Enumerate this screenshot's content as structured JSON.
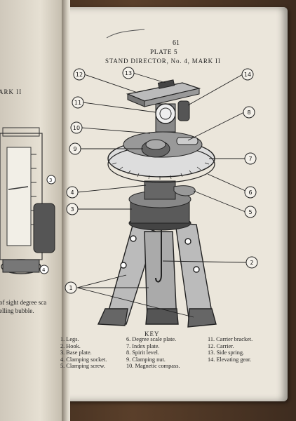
{
  "left_page": {
    "heading_fragment": "ARK II",
    "line1": "of sight degree sca",
    "line2": "elling bubble."
  },
  "page": {
    "number": "61",
    "plate": "PLATE 5",
    "caption": "STAND DIRECTOR, No. 4, MARK II"
  },
  "callouts": [
    "1",
    "2",
    "3",
    "4",
    "5",
    "6",
    "7",
    "8",
    "9",
    "10",
    "11",
    "12",
    "13",
    "14"
  ],
  "key": {
    "title": "KEY",
    "col1": [
      "1. Legs.",
      "2. Hook.",
      "3. Base plate.",
      "4. Clamping socket.",
      "5. Clamping screw."
    ],
    "col2": [
      "6. Degree scale plate.",
      "7. Index plate.",
      "8. Spirit level.",
      "9. Clamping nut.",
      "10. Magnetic compass."
    ],
    "col3": [
      "11. Carrier bracket.",
      "12. Carrier.",
      "13. Side spring.",
      "14. Elevating gear."
    ]
  }
}
